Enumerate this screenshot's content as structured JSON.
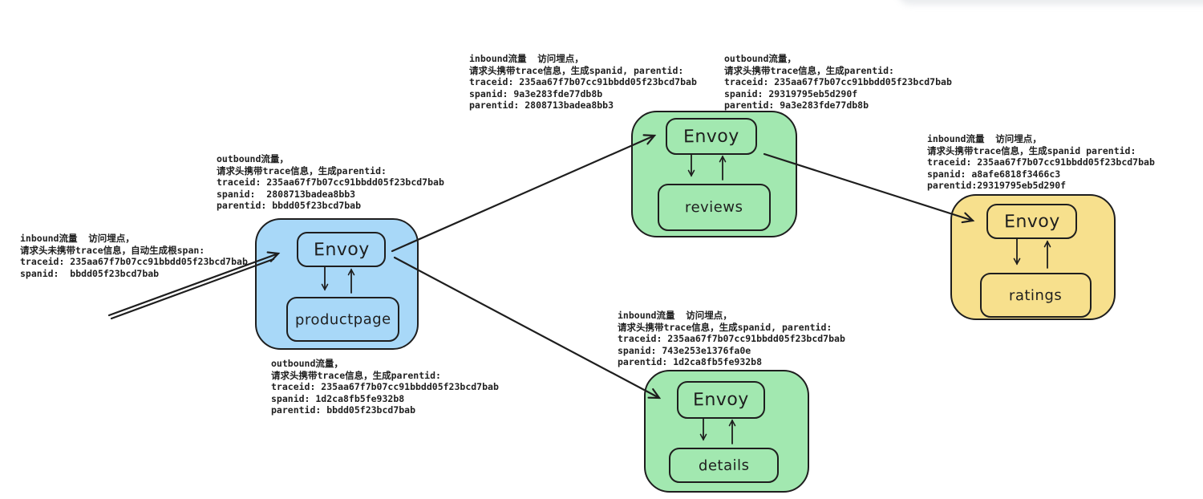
{
  "colors": {
    "stroke": "#1e1e1e",
    "background": "#ffffff",
    "node_blue": "#a8d8f8",
    "node_green": "#a2e8b0",
    "node_yellow": "#f7e08d"
  },
  "nodes": {
    "productpage": {
      "proxy": "Envoy",
      "service": "productpage",
      "fill": "#a8d8f8"
    },
    "reviews": {
      "proxy": "Envoy",
      "service": "reviews",
      "fill": "#a2e8b0"
    },
    "details": {
      "proxy": "Envoy",
      "service": "details",
      "fill": "#a2e8b0"
    },
    "ratings": {
      "proxy": "Envoy",
      "service": "ratings",
      "fill": "#f7e08d"
    }
  },
  "annotations": {
    "root_inbound": {
      "lines": [
        "inbound流量  访问埋点，",
        "请求头未携带trace信息，自动生成根span:",
        "traceid: 235aa67f7b07cc91bbdd05f23bcd7bab",
        "spanid:  bbdd05f23bcd7bab"
      ]
    },
    "productpage_outbound": {
      "lines": [
        "outbound流量，",
        "请求头携带trace信息，生成parentid:",
        "traceid: 235aa67f7b07cc91bbdd05f23bcd7bab",
        "spanid:  2808713badea8bb3",
        "parentid: bbdd05f23bcd7bab"
      ]
    },
    "reviews_inbound": {
      "lines": [
        "inbound流量  访问埋点，",
        "请求头携带trace信息，生成spanid, parentid:",
        "traceid: 235aa67f7b07cc91bbdd05f23bcd7bab",
        "spanid: 9a3e283fde77db8b",
        "parentid: 2808713badea8bb3"
      ]
    },
    "reviews_outbound": {
      "lines": [
        "outbound流量，",
        "请求头携带trace信息，生成parentid:",
        "traceid: 235aa67f7b07cc91bbdd05f23bcd7bab",
        "spanid: 29319795eb5d290f",
        "parentid: 9a3e283fde77db8b"
      ]
    },
    "ratings_inbound": {
      "lines": [
        "inbound流量  访问埋点，",
        "请求头携带trace信息，生成spanid parentid:",
        "traceid: 235aa67f7b07cc91bbdd05f23bcd7bab",
        "spanid: a8afe6818f3466c3",
        "parentid:29319795eb5d290f"
      ]
    },
    "details_outbound": {
      "lines": [
        "outbound流量，",
        "请求头携带trace信息，生成parentid:",
        "traceid: 235aa67f7b07cc91bbdd05f23bcd7bab",
        "spanid: 1d2ca8fb5fe932b8",
        "parentid: bbdd05f23bcd7bab"
      ]
    },
    "details_inbound": {
      "lines": [
        "inbound流量  访问埋点，",
        "请求头携带trace信息，生成spanid, parentid:",
        "traceid: 235aa67f7b07cc91bbdd05f23bcd7bab",
        "spanid: 743e253e1376fa0e",
        "parentid: 1d2ca8fb5fe932b8"
      ]
    }
  }
}
